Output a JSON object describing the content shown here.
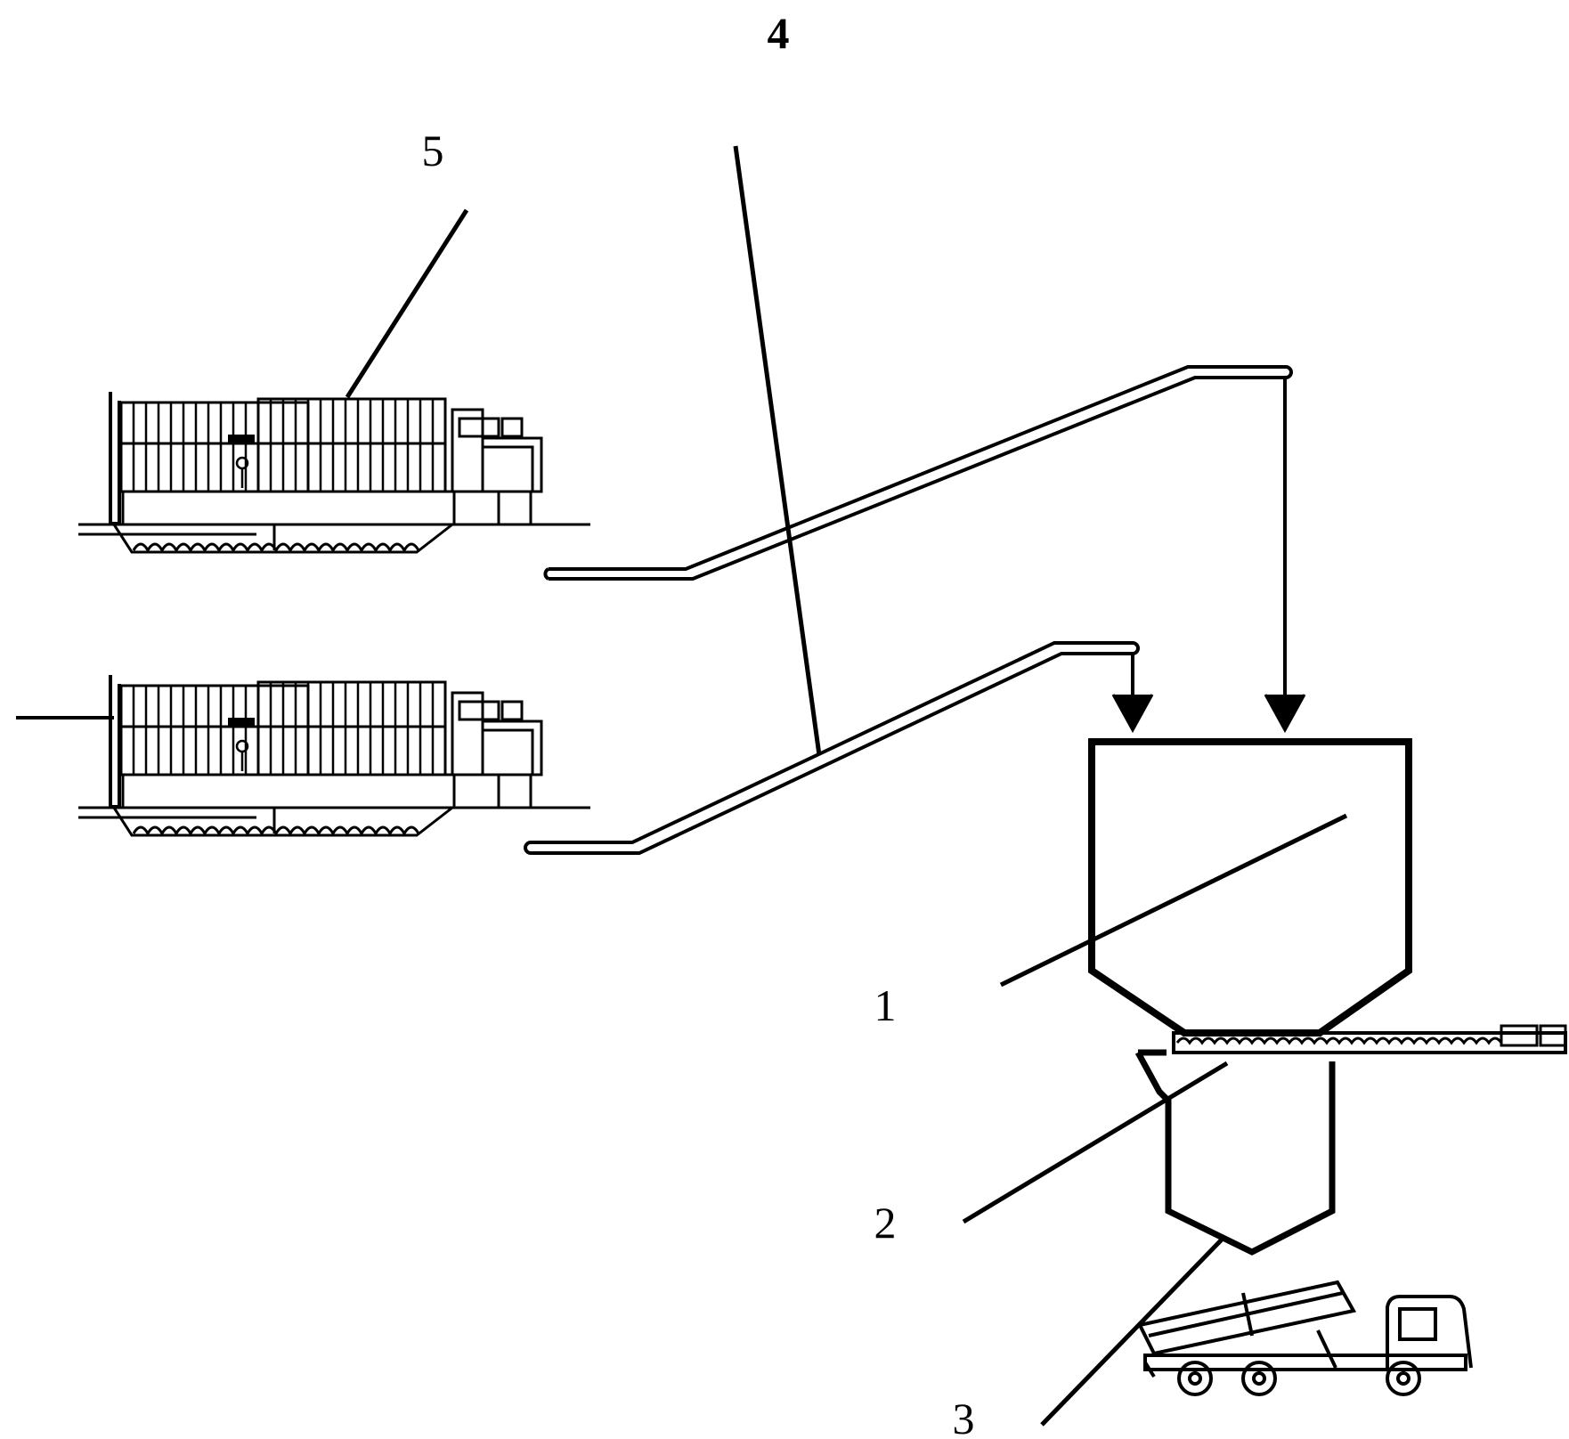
{
  "labels": {
    "one": "1",
    "two": "2",
    "three": "3",
    "four": "4",
    "five": "5"
  },
  "colors": {
    "line": "#000000",
    "background": "#ffffff"
  },
  "components": {
    "filter_press": "filter-press-icon",
    "belt_conveyor": "belt-conveyor-icon",
    "storage_hopper": "hopper-icon",
    "screw_conveyor": "screw-conveyor-icon",
    "small_hopper": "hopper-icon",
    "dump_truck": "dump-truck-icon"
  }
}
